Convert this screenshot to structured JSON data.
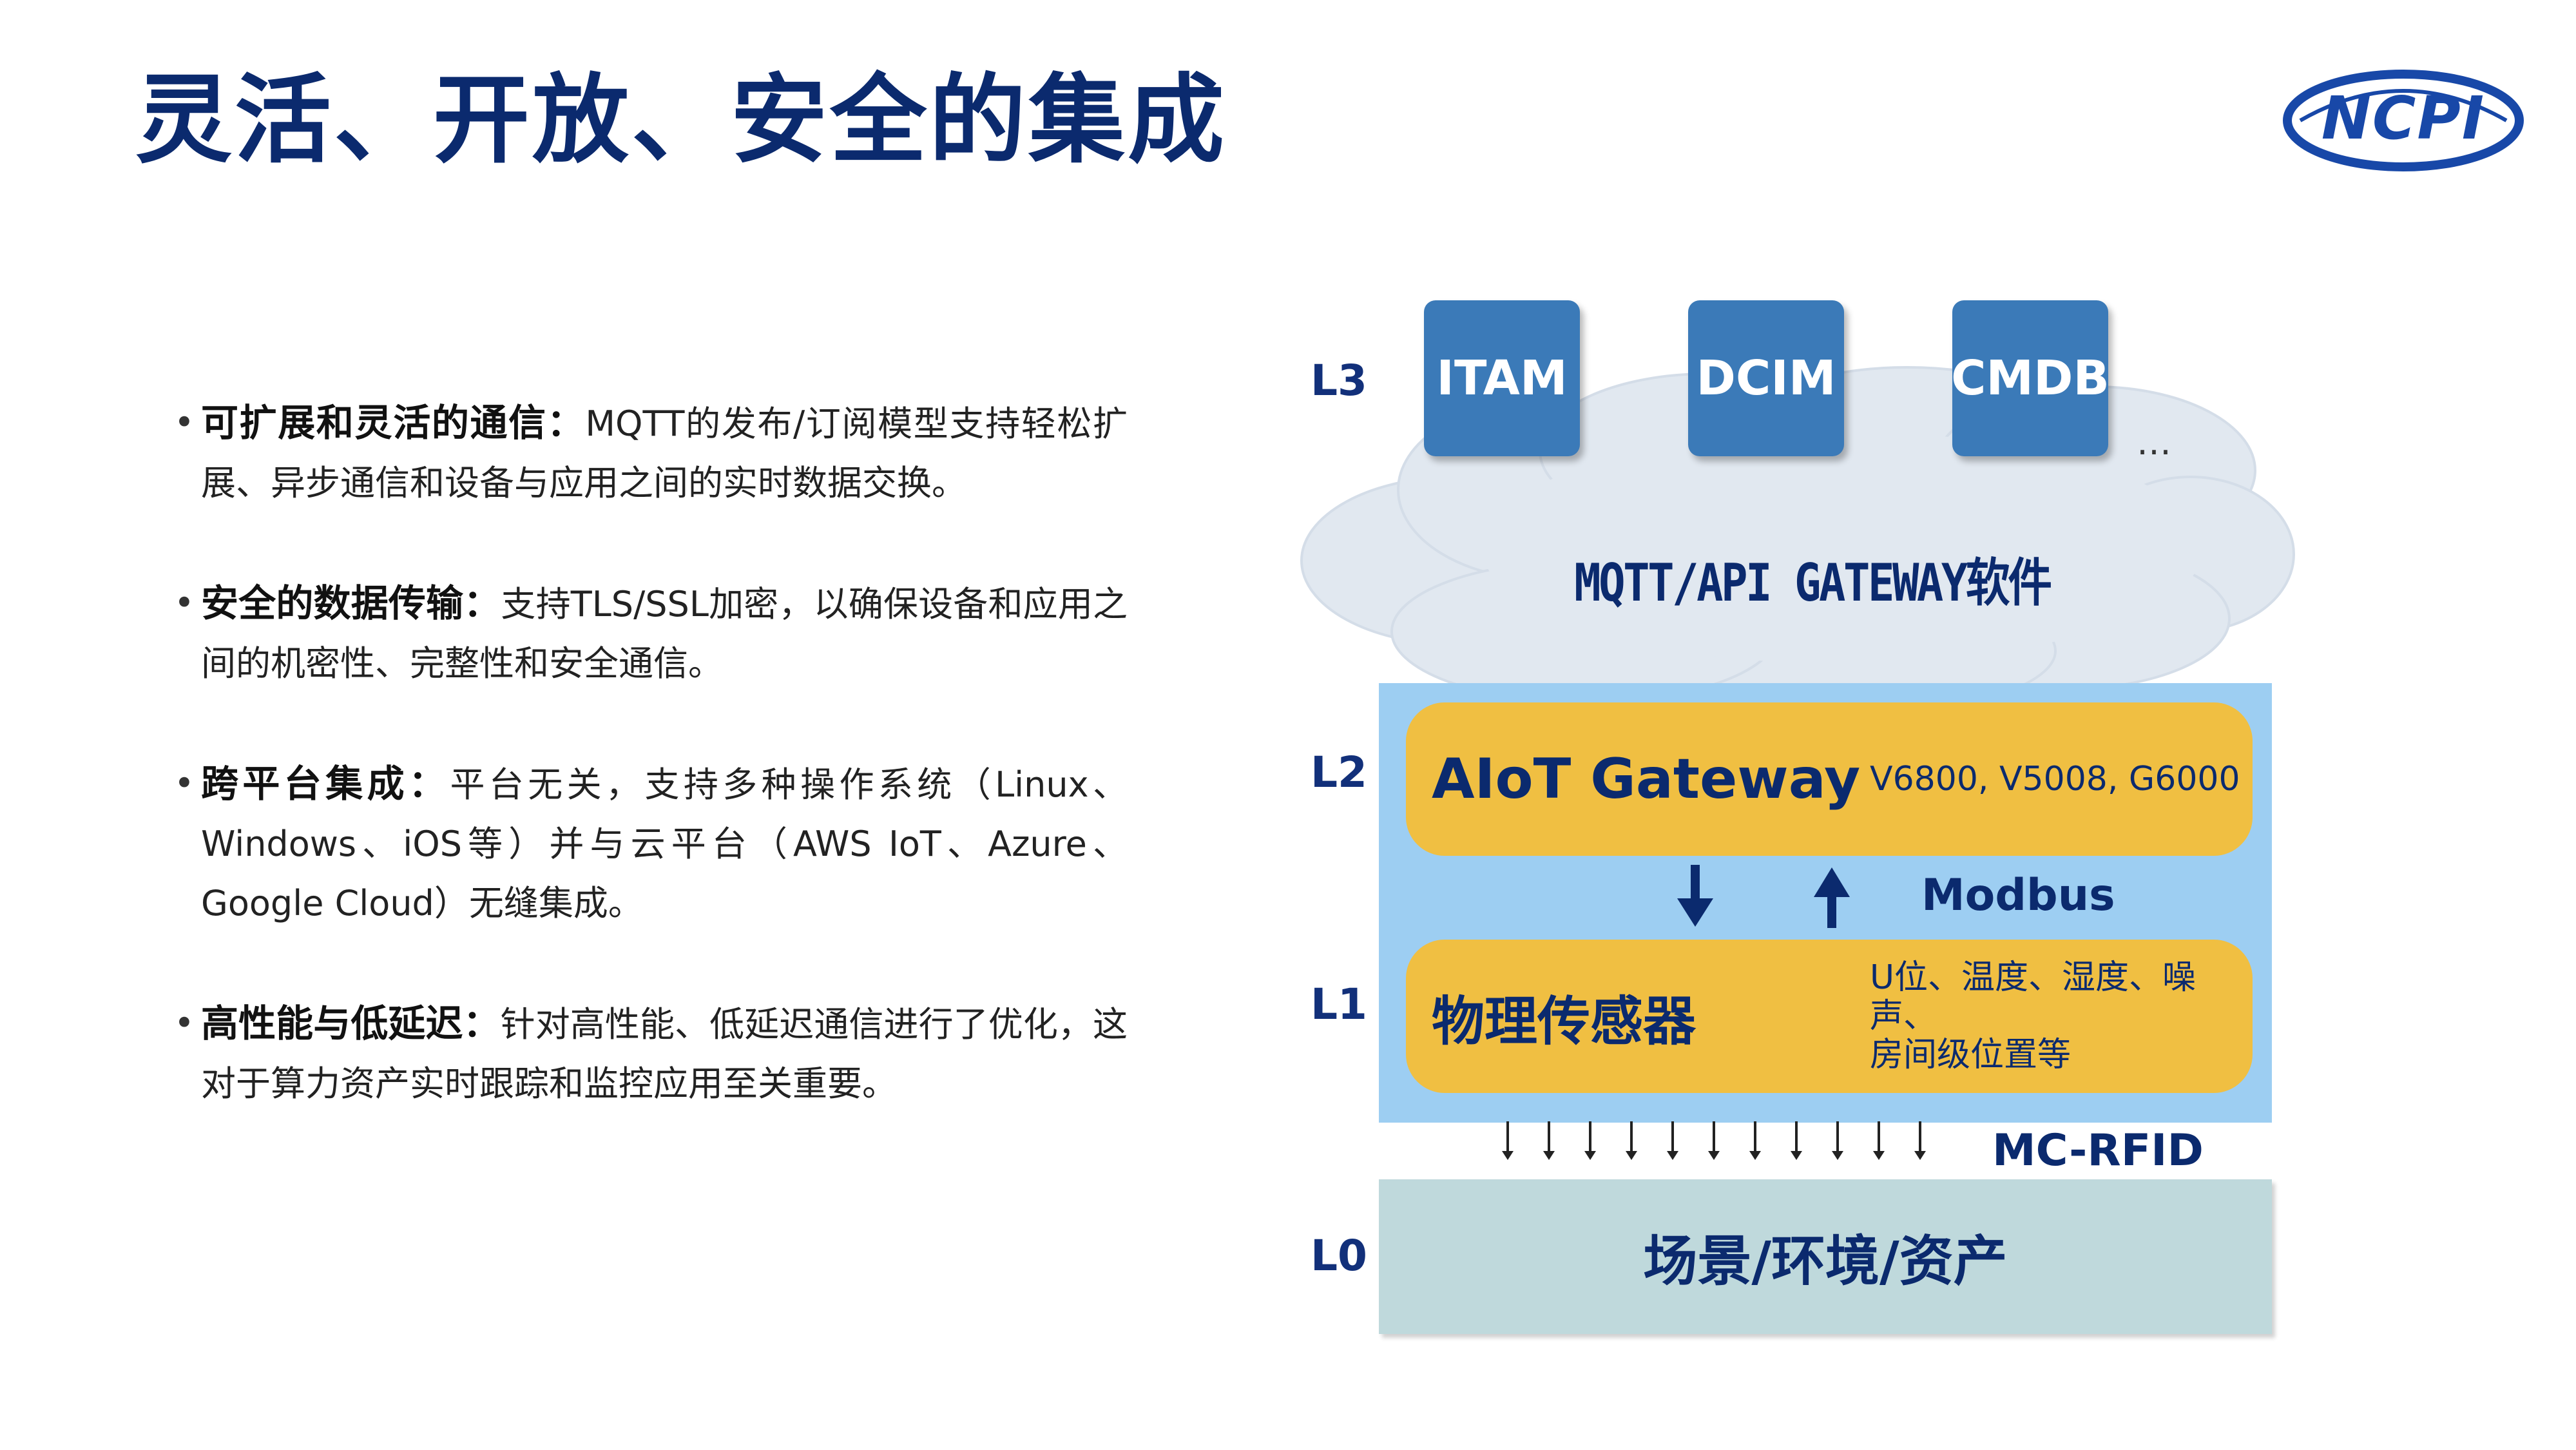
{
  "header": {
    "title": "灵活、开放、安全的集成",
    "logo_text": "NCPI"
  },
  "bullets": [
    {
      "heading": "可扩展和灵活的通信：",
      "text": "MQTT的发布/订阅模型支持轻松扩展、异步通信和设备与应用之间的实时数据交换。"
    },
    {
      "heading": "安全的数据传输：",
      "text": "支持TLS/SSL加密，以确保设备和应用之间的机密性、完整性和安全通信。"
    },
    {
      "heading": "跨平台集成：",
      "text": "平台无关，支持多种操作系统（Linux、Windows、iOS等）并与云平台（AWS IoT、Azure、Google Cloud）无缝集成。"
    },
    {
      "heading": "高性能与低延迟：",
      "text": "针对高性能、低延迟通信进行了优化，这对于算力资产实时跟踪和监控应用至关重要。"
    }
  ],
  "diagram": {
    "levels": {
      "l3": "L3",
      "l2": "L2",
      "l1": "L1",
      "l0": "L0"
    },
    "apps": [
      "ITAM",
      "DCIM",
      "CMDB"
    ],
    "apps_more": "…",
    "cloud_label": "MQTT/API GATEWAY软件",
    "gateway": {
      "title": "AIoT Gateway",
      "models": "V6800, V5008, G6000"
    },
    "link_label": "Modbus",
    "sensors": {
      "title": "物理传感器",
      "types_line1": "U位、温度、湿度、噪声、",
      "types_line2": "房间级位置等"
    },
    "rfid_label": "MC-RFID",
    "ground": "场景/环境/资产"
  },
  "colors": {
    "title": "#0b2a6e",
    "app_box": "#3b7ab8",
    "cloud": "#e1e8f0",
    "blue_panel": "#9dcef2",
    "yellow_box": "#f0bf42",
    "ground_box": "#bfd9dc",
    "arrow": "#0b2a6e"
  }
}
